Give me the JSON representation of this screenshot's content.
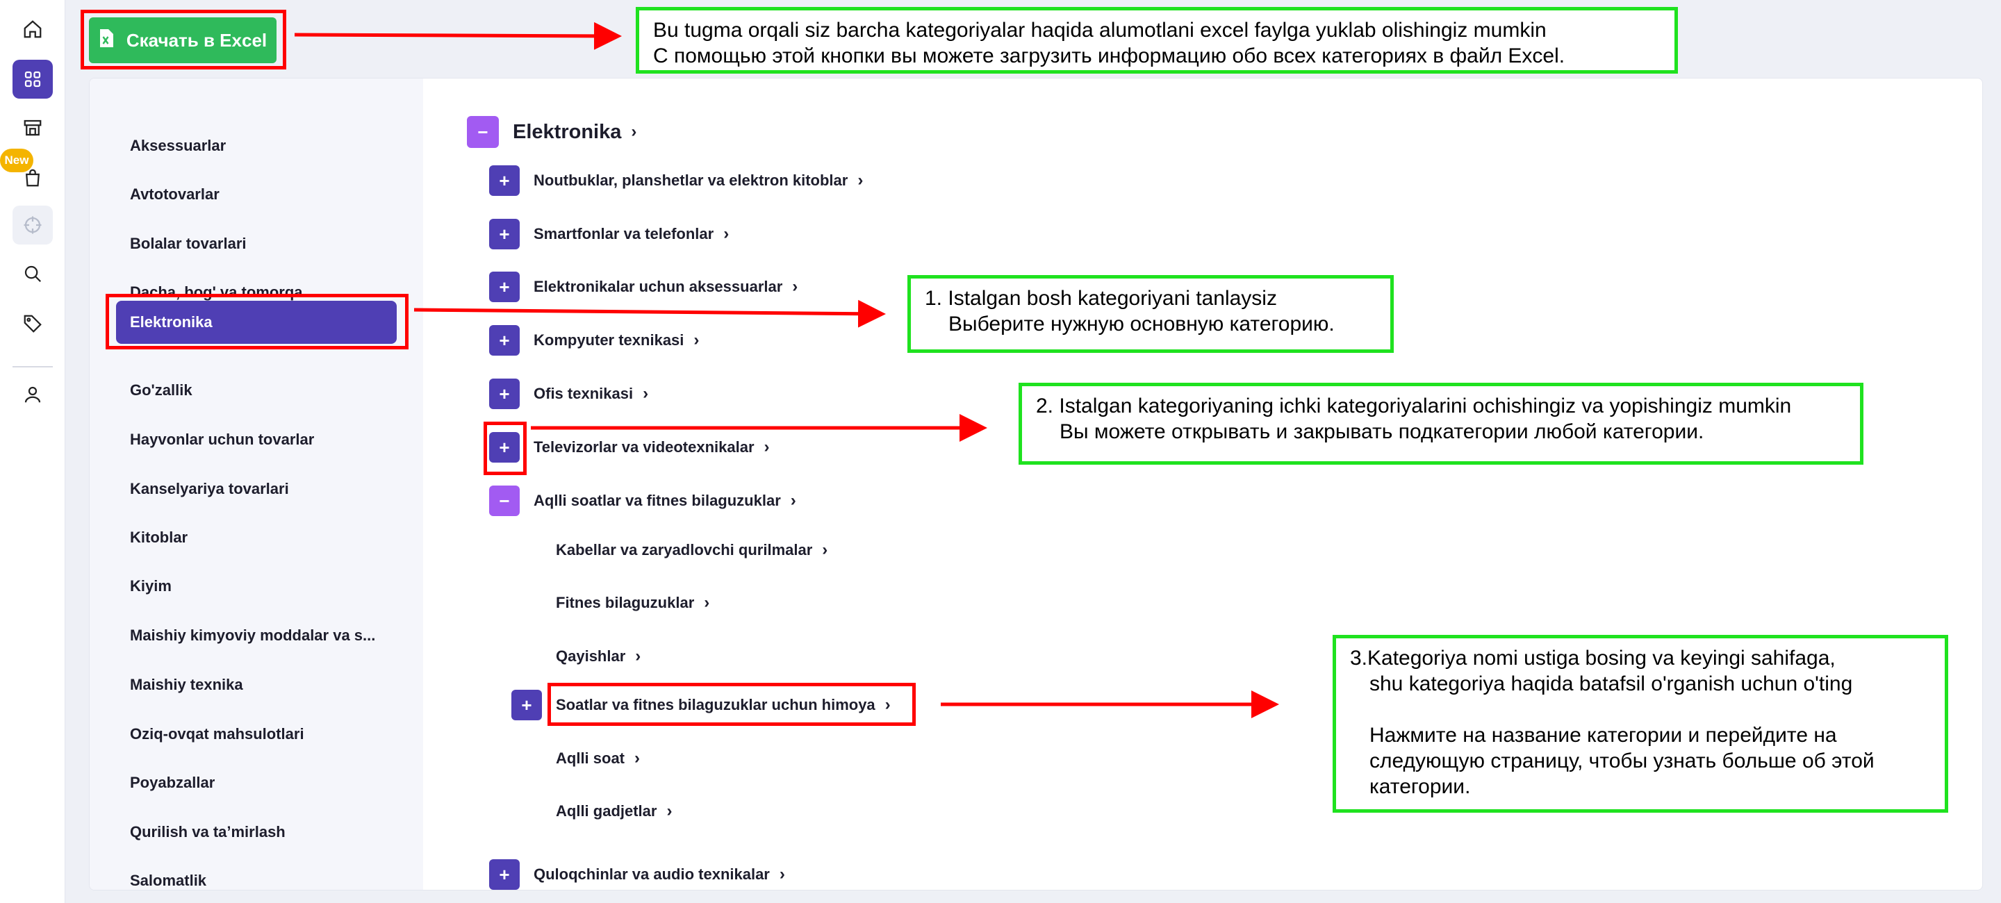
{
  "rail": {
    "icons": [
      "home-icon",
      "grid-icon",
      "store-icon",
      "bag-icon",
      "crosshair-icon",
      "search-icon",
      "tag-icon",
      "user-icon"
    ],
    "new_badge": "New"
  },
  "excel_button": {
    "label": "Скачать в Excel",
    "icon": "excel-file-icon",
    "color": "#2fba5b"
  },
  "sidebar": {
    "items": [
      "Aksessuarlar",
      "Avtotovarlar",
      "Bolalar tovarlari",
      "Dacha, bog' va tomorqa",
      "Elektronika",
      "Go'zallik",
      "Hayvonlar uchun tovarlar",
      "Kanselyariya tovarlari",
      "Kitoblar",
      "Kiyim",
      "Maishiy kimyoviy moddalar va s...",
      "Maishiy texnika",
      "Oziq-ovqat mahsulotlari",
      "Poyabzallar",
      "Qurilish va ta’mirlash",
      "Salomatlik"
    ],
    "active": "Elektronika",
    "accent": "#4f3fb4"
  },
  "tree": {
    "root": {
      "label": "Elektronika",
      "toggle": "−"
    },
    "children": [
      {
        "label": "Noutbuklar, planshetlar va elektron kitoblar",
        "toggle": "+"
      },
      {
        "label": "Smartfonlar va telefonlar",
        "toggle": "+"
      },
      {
        "label": "Elektronikalar uchun aksessuarlar",
        "toggle": "+"
      },
      {
        "label": "Kompyuter texnikasi",
        "toggle": "+"
      },
      {
        "label": "Ofis texnikasi",
        "toggle": "+"
      },
      {
        "label": "Televizorlar va videotexnikalar",
        "toggle": "+"
      },
      {
        "label": "Aqlli soatlar va fitnes bilaguzuklar",
        "toggle": "−"
      },
      {
        "label": "Kabellar va zaryadlovchi qurilmalar",
        "toggle": ""
      },
      {
        "label": "Fitnes bilaguzuklar",
        "toggle": ""
      },
      {
        "label": "Qayishlar",
        "toggle": ""
      },
      {
        "label": "Soatlar va fitnes bilaguzuklar uchun himoya",
        "toggle": "+"
      },
      {
        "label": "Aqlli soat",
        "toggle": ""
      },
      {
        "label": "Aqlli gadjetlar",
        "toggle": ""
      },
      {
        "label": "Quloqchinlar va audio texnikalar",
        "toggle": "+"
      }
    ],
    "chevron": "›"
  },
  "annotations": {
    "excel_note": [
      "Bu tugma orqali siz barcha kategoriyalar haqida alumotlani excel faylga yuklab olishingiz mumkin",
      "С помощью этой кнопки вы можете загрузить информацию обо всех категориях в файл Excel."
    ],
    "step1": [
      "1. Istalgan bosh kategoriyani tanlaysiz",
      "Выберите нужную основную категорию."
    ],
    "step2": [
      "2. Istalgan kategoriyaning ichki kategoriyalarini ochishingiz va yopishingiz mumkin",
      "Вы можете открывать и закрывать подкатегории любой категории."
    ],
    "step3": [
      "3.Kategoriya nomi ustiga bosing va keyingi sahifaga,",
      "shu kategoriya haqida batafsil o'rganish uchun o'ting",
      "Нажмите на название категории и перейдите на",
      "следующую страницу, чтобы узнать больше об этой",
      "категории."
    ],
    "highlight_color": "#ff0000",
    "note_border_color": "#1fe21f"
  }
}
